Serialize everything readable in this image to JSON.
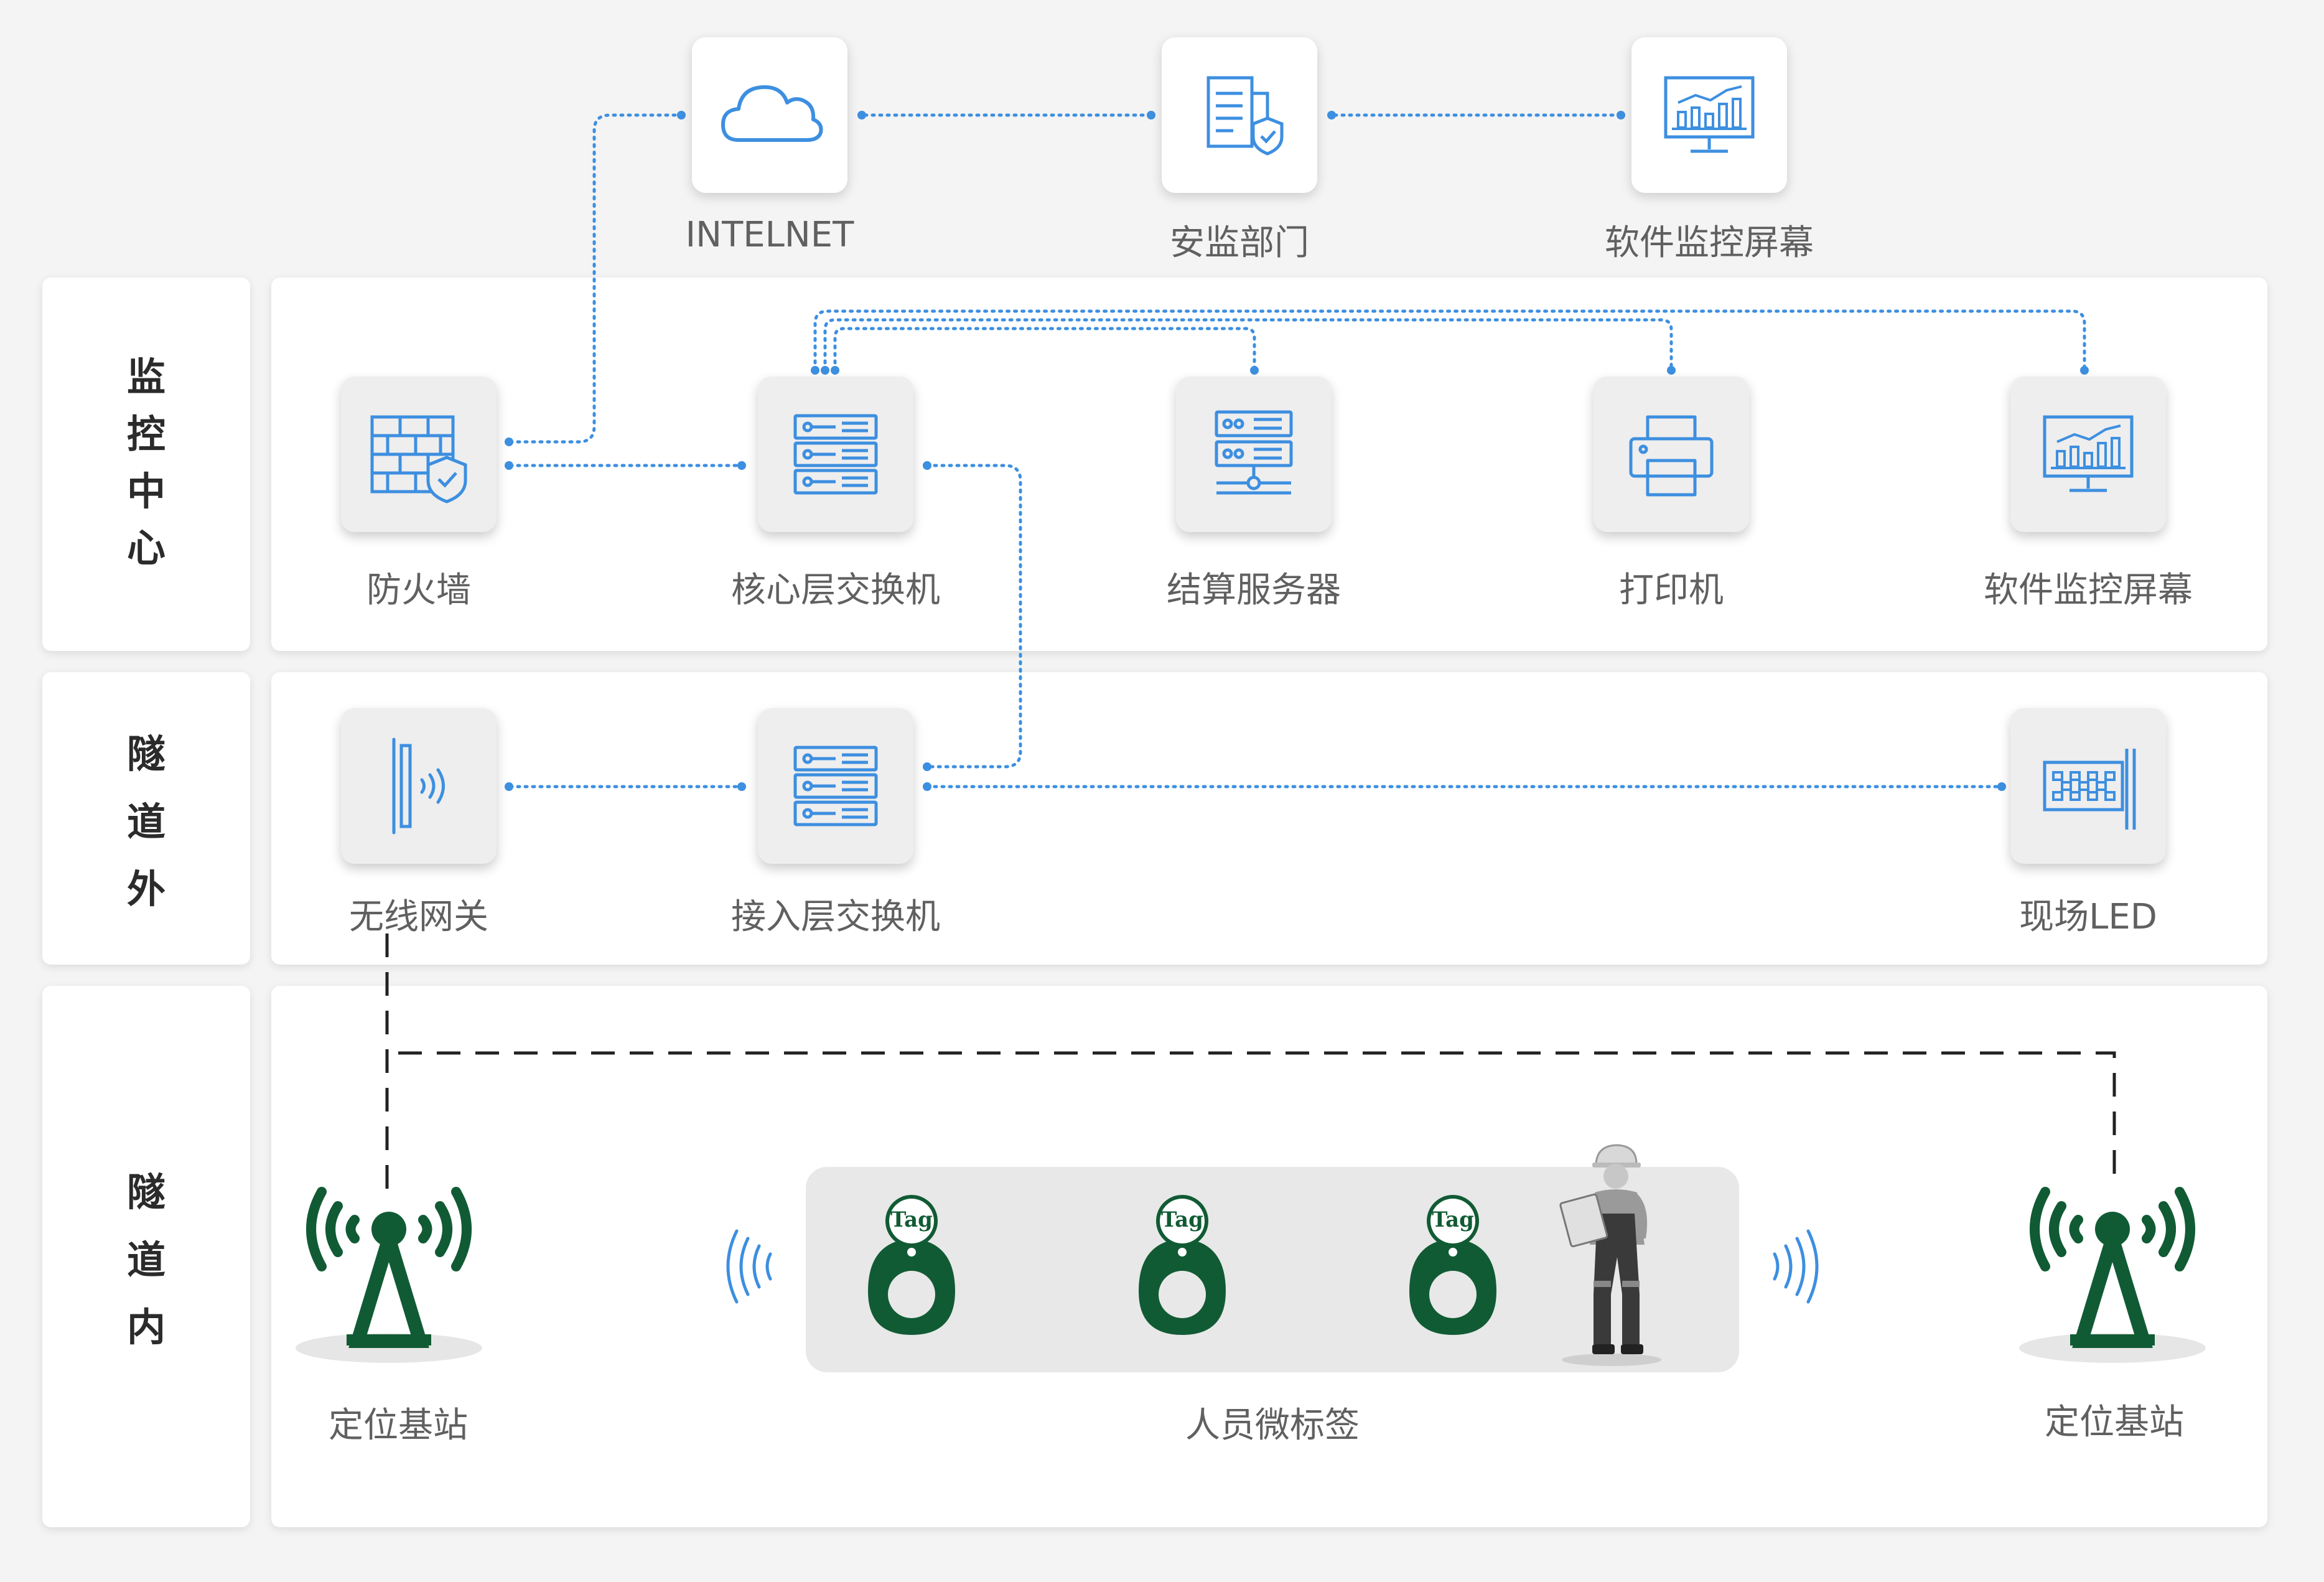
{
  "top_nodes": {
    "internet": "INTELNET",
    "safety_dept": "安监部门",
    "monitor_screen": "软件监控屏幕"
  },
  "zones": {
    "control_center": [
      "监",
      "控",
      "中",
      "心"
    ],
    "outside_tunnel": [
      "隧",
      "道",
      "外"
    ],
    "inside_tunnel": [
      "隧",
      "道",
      "内"
    ]
  },
  "control_center_nodes": {
    "firewall": "防火墙",
    "core_switch": "核心层交换机",
    "settlement_server": "结算服务器",
    "printer": "打印机",
    "monitor_screen": "软件监控屏幕"
  },
  "outside_nodes": {
    "wireless_gateway": "无线网关",
    "access_switch": "接入层交换机",
    "led": "现场LED"
  },
  "inside_nodes": {
    "base_station_left": "定位基站",
    "personnel_tags": "人员微标签",
    "base_station_right": "定位基站",
    "tag_text": "Tag"
  },
  "colors": {
    "accent_blue": "#3d8fe0",
    "tag_green": "#115b34",
    "background": "#f4f4f4"
  }
}
